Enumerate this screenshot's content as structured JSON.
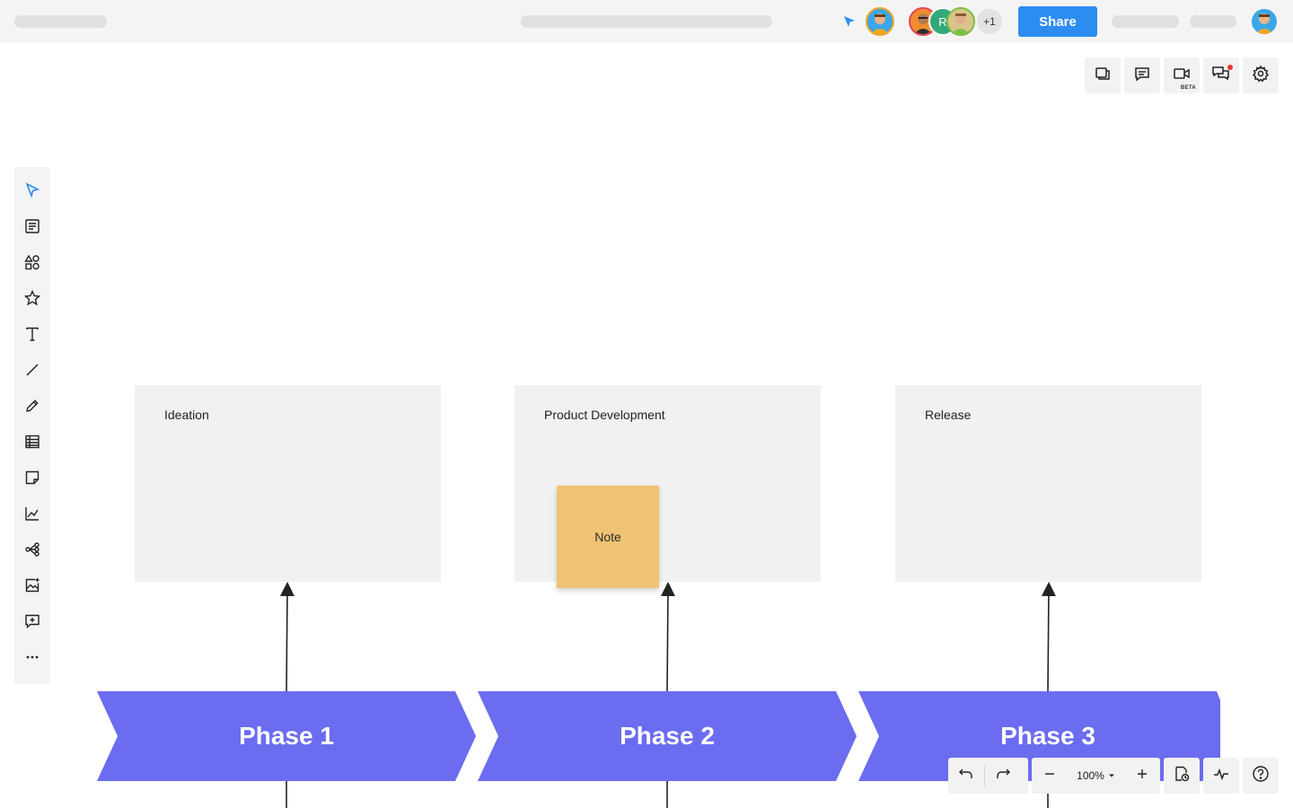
{
  "header": {
    "share_label": "Share",
    "more_collaborators": "+1",
    "collaborator_initial": "R"
  },
  "right_tools": [
    {
      "name": "presentation-icon"
    },
    {
      "name": "comment-icon"
    },
    {
      "name": "video-icon",
      "badge": "BETA"
    },
    {
      "name": "chat-icon"
    },
    {
      "name": "gear-icon"
    }
  ],
  "left_tools": [
    "select-icon",
    "template-icon",
    "shapes-icon",
    "star-icon",
    "text-icon",
    "line-icon",
    "pen-icon",
    "table-icon",
    "sticky-note-icon",
    "chart-icon",
    "mindmap-icon",
    "image-icon",
    "add-comment-icon",
    "more-icon"
  ],
  "canvas": {
    "frames": [
      {
        "title": "Ideation"
      },
      {
        "title": "Product Development"
      },
      {
        "title": "Release"
      }
    ],
    "sticky_note": "Note",
    "phases": [
      "Phase 1",
      "Phase 2",
      "Phase 3"
    ]
  },
  "zoom": {
    "level": "100%"
  },
  "colors": {
    "phase": "#6b6cf0",
    "share": "#2d8cf0",
    "sticky": "#f0c273",
    "frame": "#f1f1f1"
  }
}
